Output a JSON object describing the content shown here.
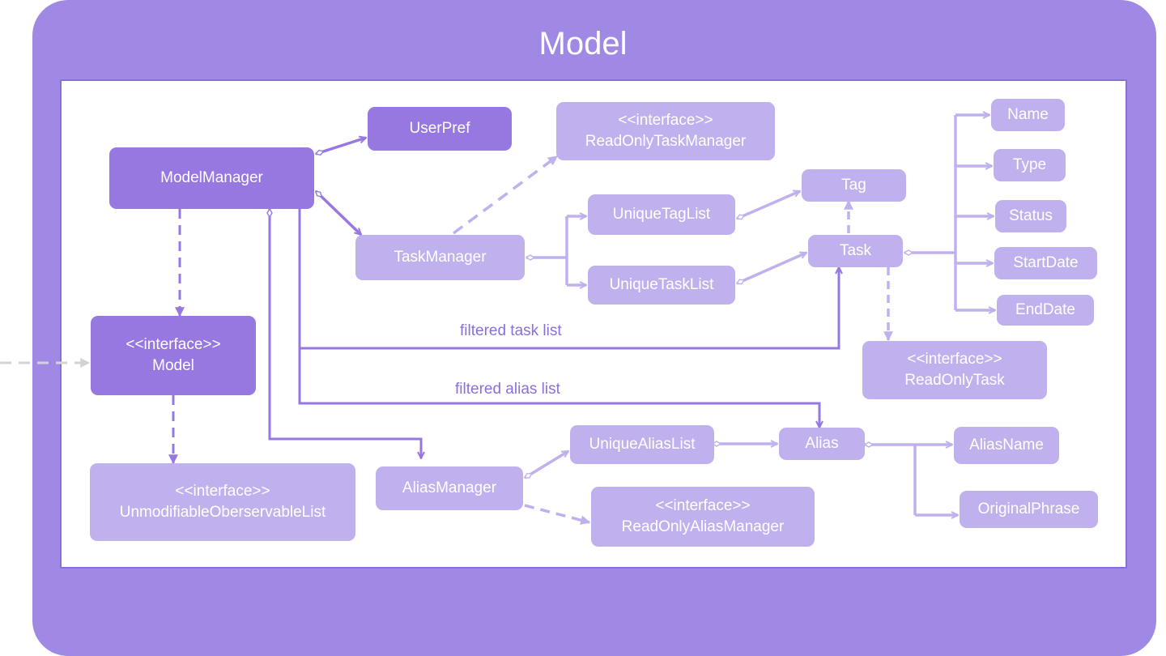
{
  "title": "Model",
  "colors": {
    "frame": "#a089e4",
    "primary_box": "#9678e0",
    "secondary_box": "#c0b1ee",
    "primary_line": "#9678e0",
    "secondary_line": "#c0b1ee",
    "external_line": "#d3d3d3",
    "text_on_box": "#ffffff"
  },
  "nodes": {
    "user_pref": {
      "lines": [
        "UserPref"
      ]
    },
    "model_manager": {
      "lines": [
        "ModelManager"
      ]
    },
    "read_only_task_manager": {
      "lines": [
        "<<interface>>",
        "ReadOnlyTaskManager"
      ]
    },
    "task_manager": {
      "lines": [
        "TaskManager"
      ]
    },
    "unique_tag_list": {
      "lines": [
        "UniqueTagList"
      ]
    },
    "unique_task_list": {
      "lines": [
        "UniqueTaskList"
      ]
    },
    "tag": {
      "lines": [
        "Tag"
      ]
    },
    "task": {
      "lines": [
        "Task"
      ]
    },
    "name": {
      "lines": [
        "Name"
      ]
    },
    "type": {
      "lines": [
        "Type"
      ]
    },
    "status": {
      "lines": [
        "Status"
      ]
    },
    "start_date": {
      "lines": [
        "StartDate"
      ]
    },
    "end_date": {
      "lines": [
        "EndDate"
      ]
    },
    "model_interface": {
      "lines": [
        "<<interface>>",
        "Model"
      ]
    },
    "read_only_task": {
      "lines": [
        "<<interface>>",
        "ReadOnlyTask"
      ]
    },
    "unmodifiable_list": {
      "lines": [
        "<<interface>>",
        "UnmodifiableOberservableList"
      ]
    },
    "alias_manager": {
      "lines": [
        "AliasManager"
      ]
    },
    "unique_alias_list": {
      "lines": [
        "UniqueAliasList"
      ]
    },
    "alias": {
      "lines": [
        "Alias"
      ]
    },
    "alias_name": {
      "lines": [
        "AliasName"
      ]
    },
    "original_phrase": {
      "lines": [
        "OriginalPhrase"
      ]
    },
    "read_only_alias_manager": {
      "lines": [
        "<<interface>>",
        "ReadOnlyAliasManager"
      ]
    }
  },
  "labels": {
    "filtered_task_list": "filtered task list",
    "filtered_alias_list": "filtered alias list"
  }
}
